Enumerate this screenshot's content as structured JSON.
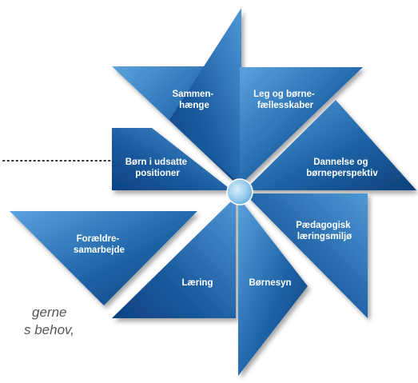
{
  "diagram": {
    "blades": [
      {
        "id": "sammenhaenge",
        "lines": [
          "Sammen-",
          "hænge"
        ]
      },
      {
        "id": "leg",
        "lines": [
          "Leg og børne-",
          "fællesskaber"
        ]
      },
      {
        "id": "dannelse",
        "lines": [
          "Dannelse og",
          "børneperspektiv"
        ]
      },
      {
        "id": "paedagogisk",
        "lines": [
          "Pædagogisk",
          "læringsmiljø"
        ]
      },
      {
        "id": "bornesyn",
        "lines": [
          "Børnesyn"
        ]
      },
      {
        "id": "laering",
        "lines": [
          "Læring"
        ]
      },
      {
        "id": "foraeldre",
        "lines": [
          "Forældre-",
          "samarbejde"
        ]
      },
      {
        "id": "udsatte",
        "lines": [
          "Børn i udsatte",
          "positioner"
        ]
      }
    ],
    "side_text": [
      "gerne",
      "s behov,"
    ],
    "colors": {
      "blade_light": "#5aa3de",
      "blade_dark": "#0d3f78",
      "hub": "#9fd0ee",
      "dots": "#333333"
    }
  }
}
